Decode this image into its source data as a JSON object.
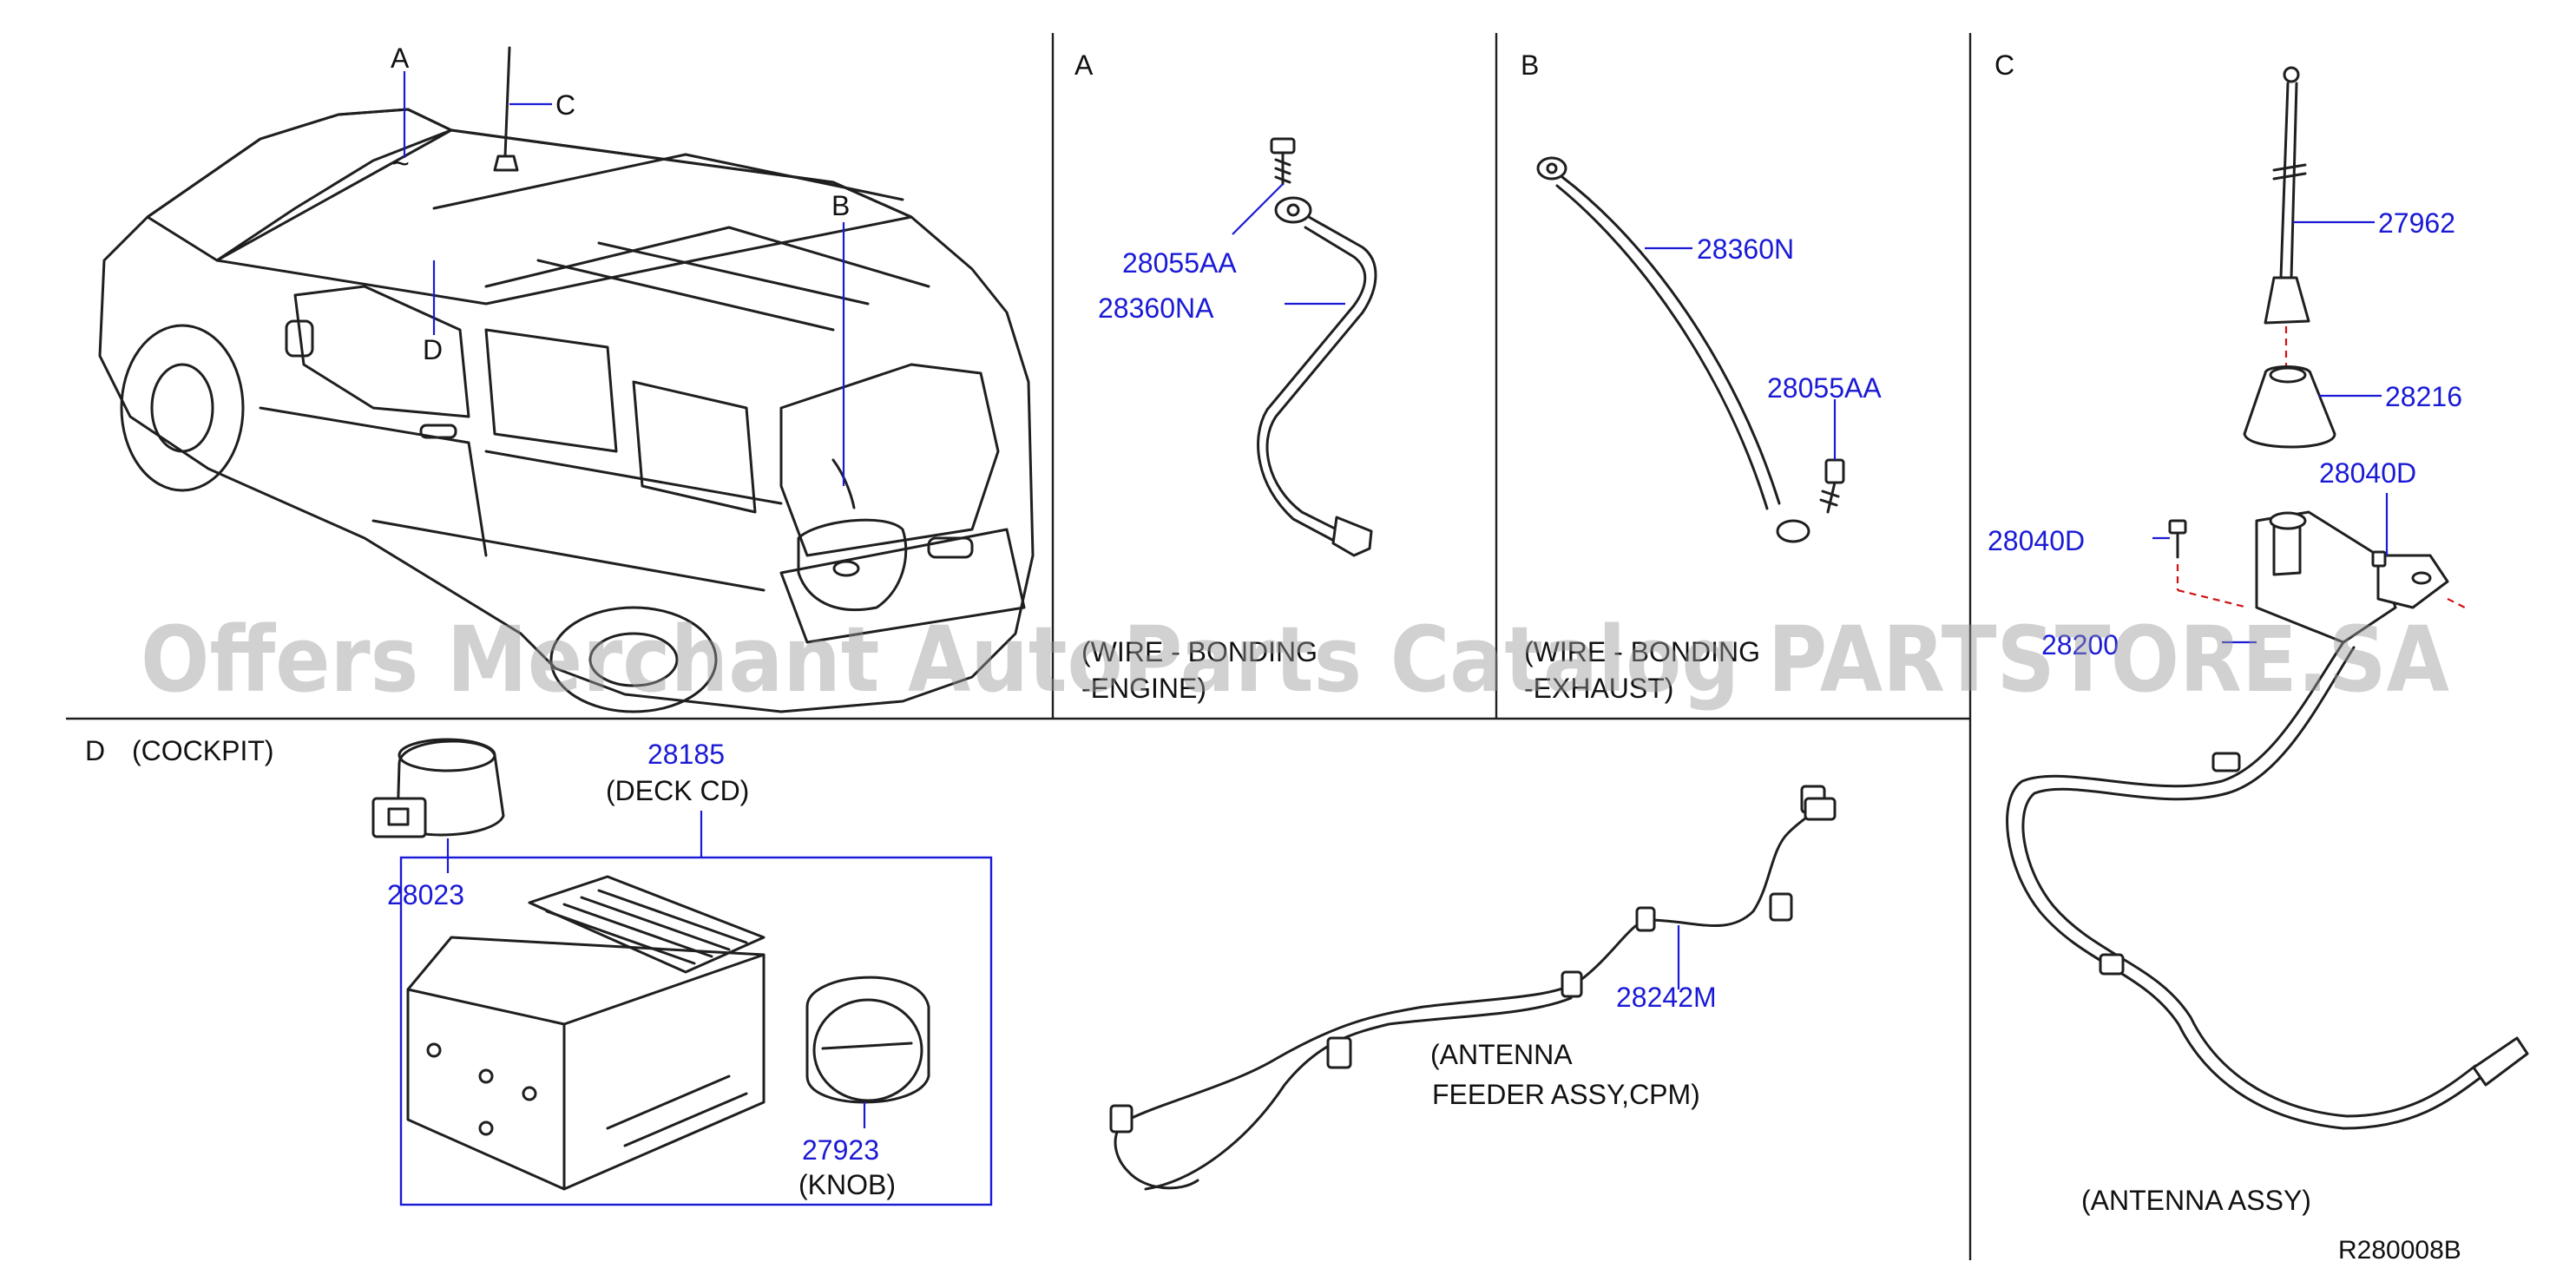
{
  "sections": {
    "a": "A",
    "b": "B",
    "c": "C",
    "d": "D",
    "d_title": "(COCKPIT)"
  },
  "vehicle_callouts": {
    "a": "A",
    "b": "B",
    "c": "C",
    "d": "D",
    "tilde": "~"
  },
  "parts": {
    "p28055AA_a": "28055AA",
    "p28360NA": "28360NA",
    "p28360N": "28360N",
    "p28055AA_b": "28055AA",
    "p27962": "27962",
    "p28216": "28216",
    "p28040D_right": "28040D",
    "p28040D_left": "28040D",
    "p28200": "28200",
    "p28023": "28023",
    "p28185": "28185",
    "p27923": "27923",
    "p28242M": "28242M"
  },
  "captions": {
    "a_line1": "(WIRE - BONDING",
    "a_line2": "-ENGINE)",
    "b_line1": "(WIRE - BONDING",
    "b_line2": "-EXHAUST)",
    "deck": "(DECK   CD)",
    "knob": "(KNOB)",
    "feeder_line1": "(ANTENNA",
    "feeder_line2": "FEEDER   ASSY,CPM)",
    "antenna_assy": "(ANTENNA   ASSY)"
  },
  "diagram_code": "R280008B",
  "watermark": "Offers Merchant AutoParts Catalog PARTSTORE.SA",
  "colors": {
    "part_number": "#1a1ad6",
    "line_art": "#1f1f1f",
    "watermark": "#9a9a9a",
    "centerline": "#d01010"
  }
}
